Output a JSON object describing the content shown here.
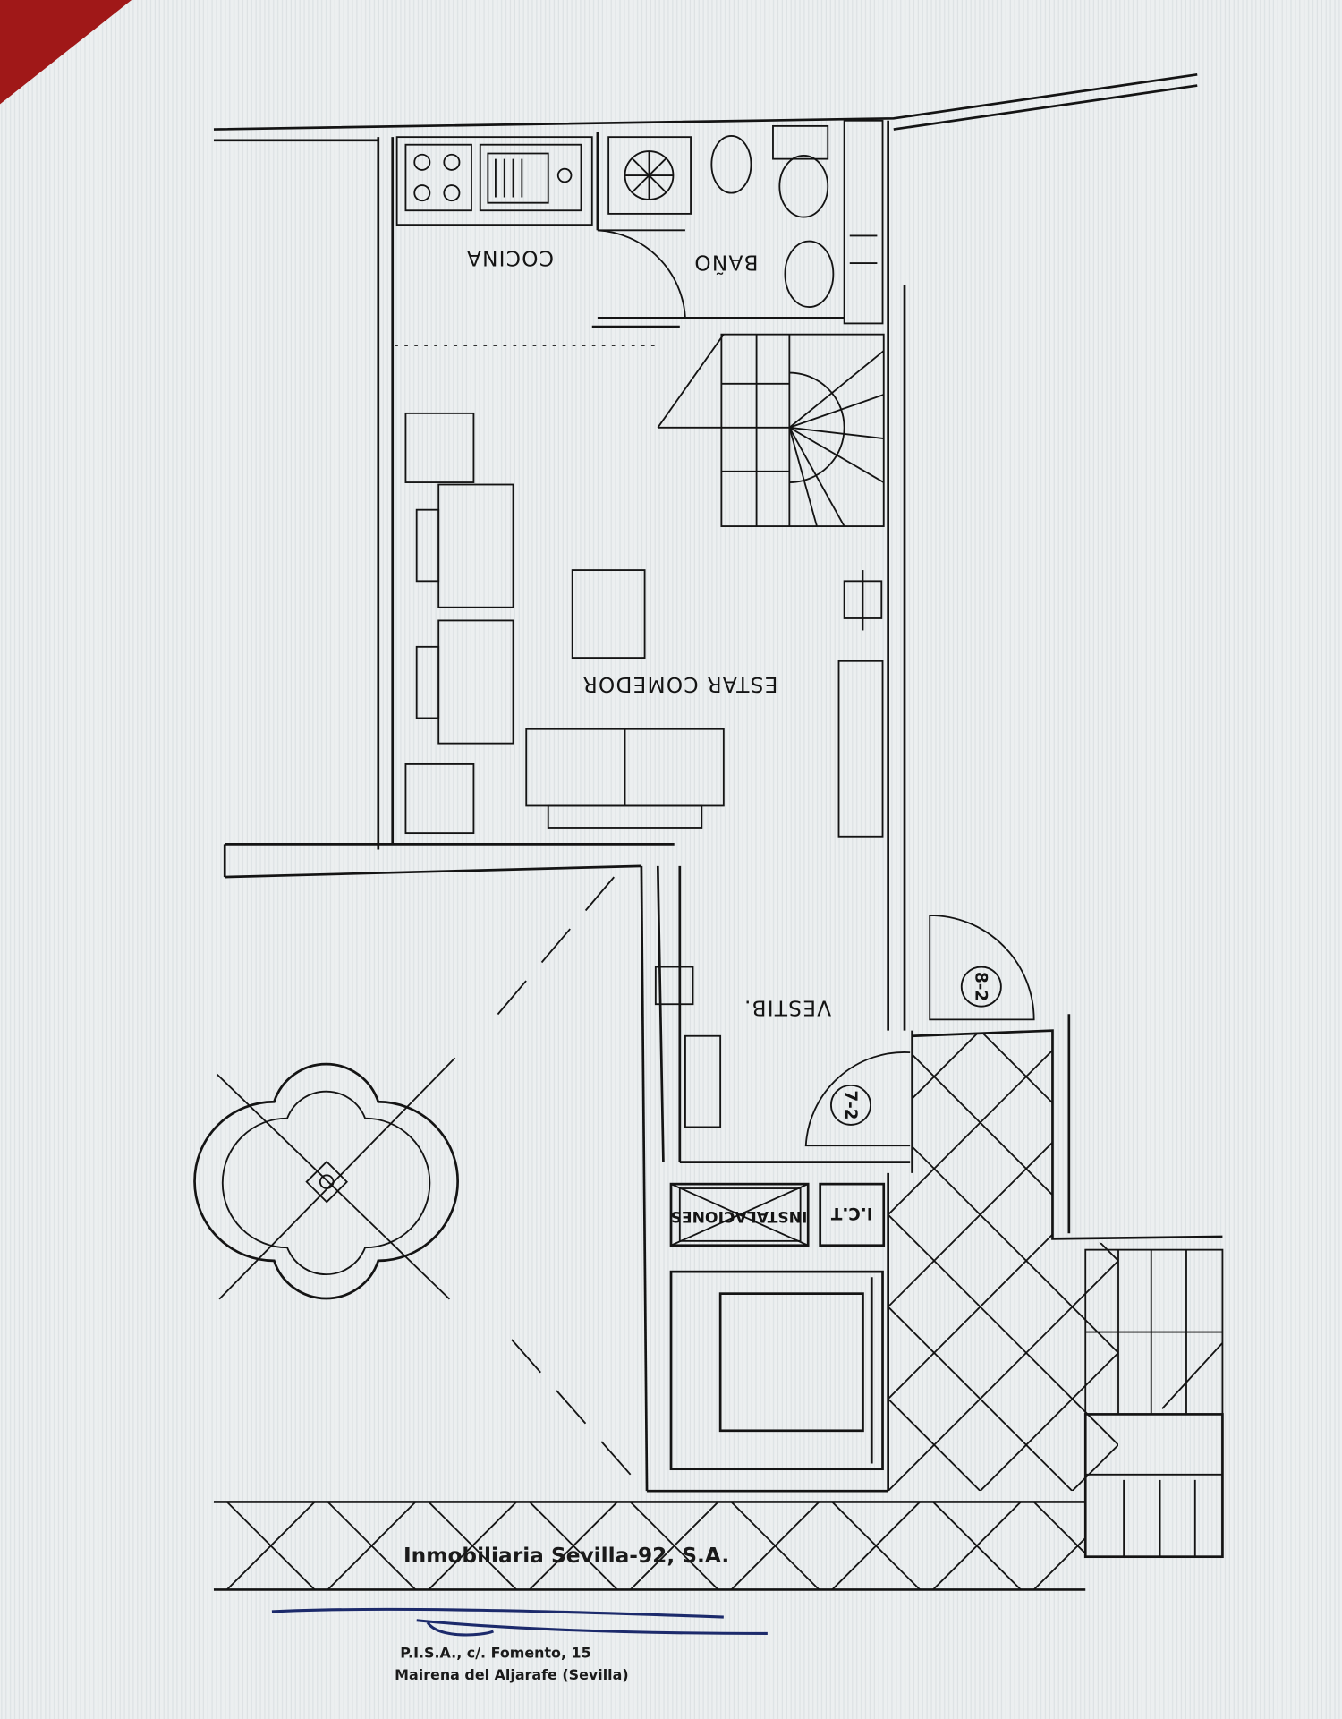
{
  "rooms": {
    "kitchen": "COCINA",
    "bathroom": "BAÑO",
    "living_dining": "ESTAR COMEDOR",
    "hall": "VESTIB.",
    "installations": "INSTALACIONES",
    "ict": "I.C.T"
  },
  "door_tags": [
    "7-2",
    "8-2"
  ],
  "stamp": {
    "company": "Inmobiliaria Sevilla-92, S.A.",
    "address_line1": "P.I.S.A., c/. Fomento, 15",
    "address_line2": "Mairena del Aljarafe (Sevilla)"
  },
  "colors": {
    "paper": "#eceff0",
    "ink": "#141414",
    "signature": "#1c2a6b",
    "corner": "#a01818"
  }
}
